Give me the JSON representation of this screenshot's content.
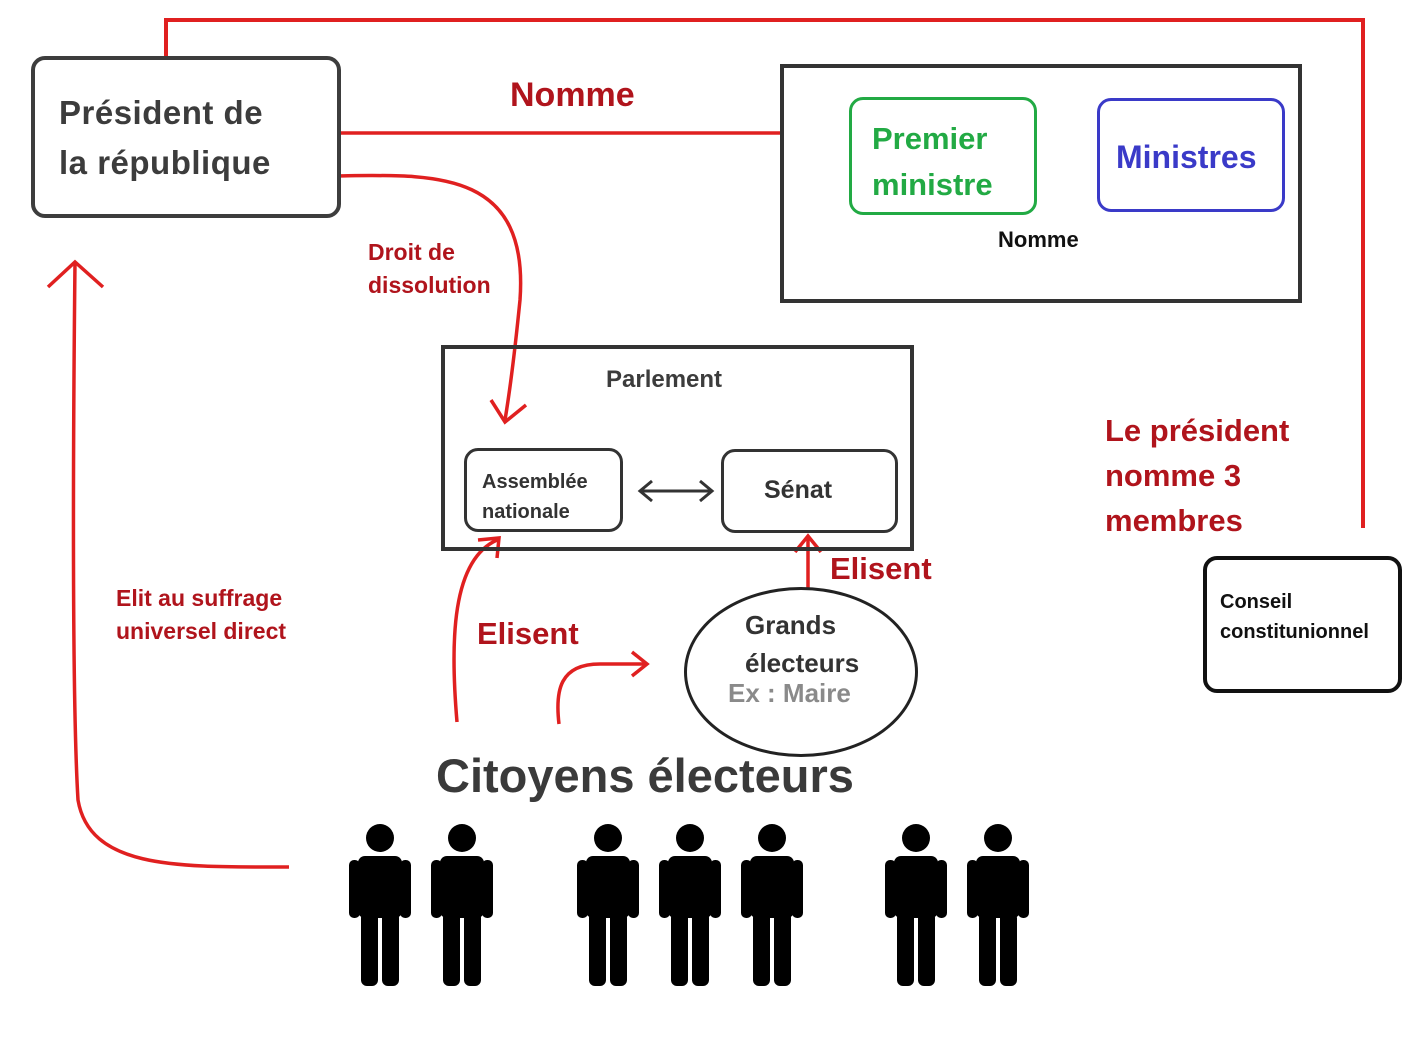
{
  "president": {
    "line1": "Président de",
    "line2": "la république"
  },
  "government": {
    "premier_ministre": {
      "line1": "Premier",
      "line2": "ministre"
    },
    "ministres": "Ministres",
    "nomme_inner": "Nomme"
  },
  "arrows": {
    "nomme_top": "Nomme",
    "droit_line1": "Droit de",
    "droit_line2": "dissolution",
    "elisent_left": "Elisent",
    "elisent_right": "Elisent",
    "elit_line1": "Elit au suffrage",
    "elit_line2": "universel direct",
    "cc_line1": "Le président",
    "cc_line2": "nomme 3",
    "cc_line3": "membres"
  },
  "parlement": {
    "title": "Parlement",
    "assemblee_line1": "Assemblée",
    "assemblee_line2": "nationale",
    "senat": "Sénat"
  },
  "grands_electeurs": {
    "line1": "Grands",
    "line2": "électeurs",
    "example": "Ex : Maire"
  },
  "conseil": {
    "line1": "Conseil",
    "line2": "constitunionnel"
  },
  "citoyens": "Citoyens électeurs",
  "colors": {
    "arrow_red": "#e02020",
    "label_red": "#b0141c",
    "premier_green": "#22aa44",
    "ministres_blue": "#3a3ac8",
    "example_grey": "#8a8a8a"
  },
  "people_count": 7
}
